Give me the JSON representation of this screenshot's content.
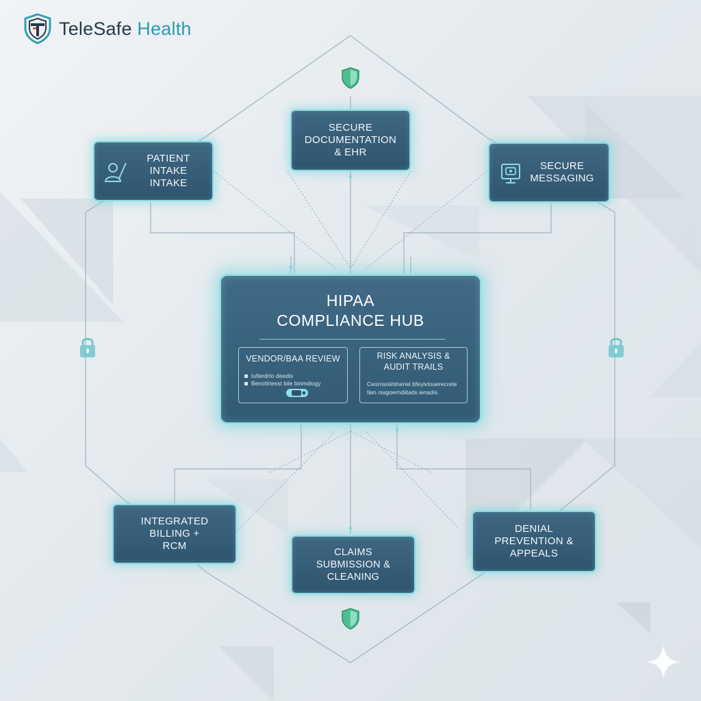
{
  "brand": {
    "word_1": "TeleSafe",
    "word_2": "Health",
    "logo_icon": "shield-t-logo-icon"
  },
  "hub": {
    "title_line_1": "HIPAA",
    "title_line_2": "COMPLIANCE HUB",
    "panels": [
      {
        "title": "VENDOR/BAA REVIEW",
        "lines": [
          "Iufierdrto deedis",
          "Benottriesst bile binmdiogy"
        ],
        "icon": "pill-icon"
      },
      {
        "title": "RISK ANALYSIS &\nAUDIT TRAILS",
        "lines": [
          "Ceornsoil/dnenel bfeyivtouerecrete",
          "tlan rssgoerndiitads ienadis."
        ]
      }
    ]
  },
  "nodes": {
    "patient_intake": {
      "label": "PATIENT\nINTAKE\nINTAKE",
      "icon": "user-edit-icon"
    },
    "secure_documentation": {
      "label": "SECURE\nDOCUMENTATION\n& EHR"
    },
    "secure_messaging": {
      "label": "SECURE\nMESSAGING",
      "icon": "monitor-chat-icon"
    },
    "integrated_billing": {
      "label": "INTEGRATED\nBILLING +\nRCM"
    },
    "claims_submission": {
      "label": "CLAIMS\nSUBMISSION & CLEANING"
    },
    "denial_prevention": {
      "label": "DENIAL\nPREVENTION &\nAPPEALS"
    }
  },
  "decorations": {
    "shield_icon": "shield-icon",
    "lock_icon": "lock-icon",
    "sparkle_icon": "sparkle-icon"
  },
  "colors": {
    "node_fill": "#36607b",
    "node_glow": "#8ad9e0",
    "line": "#a7b8c2",
    "brand_dark": "#233a48",
    "brand_accent": "#2b9bb0",
    "shield_green": "#4fbf91"
  }
}
